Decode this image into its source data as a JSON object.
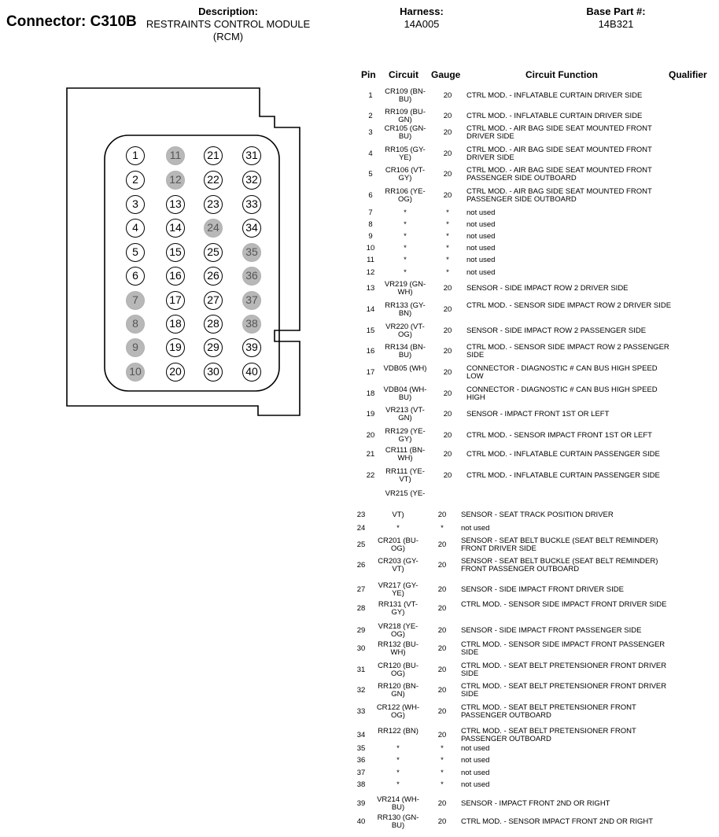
{
  "header": {
    "connector": "Connector: C310B",
    "description_label": "Description:",
    "description_line1": "RESTRAINTS CONTROL MODULE",
    "description_line2": "(RCM)",
    "harness_label": "Harness:",
    "harness_value": "14A005",
    "base_part_label": "Base Part #:",
    "base_part_value": "14B321"
  },
  "table_headers": {
    "pin": "Pin",
    "circuit": "Circuit",
    "gauge": "Gauge",
    "function": "Circuit Function",
    "qualifier": "Qualifier"
  },
  "connector_pins": [
    {
      "n": "1",
      "used": true
    },
    {
      "n": "2",
      "used": true
    },
    {
      "n": "3",
      "used": true
    },
    {
      "n": "4",
      "used": true
    },
    {
      "n": "5",
      "used": true
    },
    {
      "n": "6",
      "used": true
    },
    {
      "n": "7",
      "used": false
    },
    {
      "n": "8",
      "used": false
    },
    {
      "n": "9",
      "used": false
    },
    {
      "n": "10",
      "used": false
    },
    {
      "n": "11",
      "used": false
    },
    {
      "n": "12",
      "used": false
    },
    {
      "n": "13",
      "used": true
    },
    {
      "n": "14",
      "used": true
    },
    {
      "n": "15",
      "used": true
    },
    {
      "n": "16",
      "used": true
    },
    {
      "n": "17",
      "used": true
    },
    {
      "n": "18",
      "used": true
    },
    {
      "n": "19",
      "used": true
    },
    {
      "n": "20",
      "used": true
    },
    {
      "n": "21",
      "used": true
    },
    {
      "n": "22",
      "used": true
    },
    {
      "n": "23",
      "used": true
    },
    {
      "n": "24",
      "used": false
    },
    {
      "n": "25",
      "used": true
    },
    {
      "n": "26",
      "used": true
    },
    {
      "n": "27",
      "used": true
    },
    {
      "n": "28",
      "used": true
    },
    {
      "n": "29",
      "used": true
    },
    {
      "n": "30",
      "used": true
    },
    {
      "n": "31",
      "used": true
    },
    {
      "n": "32",
      "used": true
    },
    {
      "n": "33",
      "used": true
    },
    {
      "n": "34",
      "used": true
    },
    {
      "n": "35",
      "used": false
    },
    {
      "n": "36",
      "used": false
    },
    {
      "n": "37",
      "used": false
    },
    {
      "n": "38",
      "used": false
    },
    {
      "n": "39",
      "used": true
    },
    {
      "n": "40",
      "used": true
    }
  ],
  "pins": [
    {
      "pin": "1",
      "circuit": "CR109 (BN-BU)",
      "gauge": "20",
      "function": "CTRL MOD. - INFLATABLE CURTAIN DRIVER SIDE"
    },
    {
      "pin": "2",
      "circuit": "RR109 (BU-GN)",
      "gauge": "20",
      "function": "CTRL MOD. - INFLATABLE CURTAIN DRIVER SIDE"
    },
    {
      "pin": "3",
      "circuit": "CR105 (GN-BU)",
      "gauge": "20",
      "function": "CTRL MOD. - AIR BAG SIDE SEAT MOUNTED FRONT DRIVER SIDE"
    },
    {
      "pin": "4",
      "circuit": "RR105 (GY-YE)",
      "gauge": "20",
      "function": "CTRL MOD. - AIR BAG SIDE SEAT MOUNTED FRONT DRIVER SIDE"
    },
    {
      "pin": "5",
      "circuit": "CR106 (VT-GY)",
      "gauge": "20",
      "function": "CTRL MOD. - AIR BAG SIDE SEAT MOUNTED FRONT PASSENGER SIDE OUTBOARD"
    },
    {
      "pin": "6",
      "circuit": "RR106 (YE-OG)",
      "gauge": "20",
      "function": "CTRL MOD. - AIR BAG SIDE SEAT MOUNTED FRONT PASSENGER SIDE OUTBOARD"
    },
    {
      "pin": "7",
      "circuit": "*",
      "gauge": "*",
      "function": "not used"
    },
    {
      "pin": "8",
      "circuit": "*",
      "gauge": "*",
      "function": "not used"
    },
    {
      "pin": "9",
      "circuit": "*",
      "gauge": "*",
      "function": "not used"
    },
    {
      "pin": "10",
      "circuit": "*",
      "gauge": "*",
      "function": "not used"
    },
    {
      "pin": "11",
      "circuit": "*",
      "gauge": "*",
      "function": "not used"
    },
    {
      "pin": "12",
      "circuit": "*",
      "gauge": "*",
      "function": "not used"
    },
    {
      "pin": "13",
      "circuit": "VR219 (GN-WH)",
      "gauge": "20",
      "function": "SENSOR - SIDE IMPACT ROW 2 DRIVER SIDE"
    },
    {
      "pin": "14",
      "circuit": "RR133 (GY-BN)",
      "gauge": "20",
      "function": "CTRL MOD. - SENSOR SIDE IMPACT ROW 2 DRIVER SIDE"
    },
    {
      "pin": "15",
      "circuit": "VR220 (VT-OG)",
      "gauge": "20",
      "function": "SENSOR - SIDE IMPACT ROW 2 PASSENGER SIDE"
    },
    {
      "pin": "16",
      "circuit": "RR134 (BN-BU)",
      "gauge": "20",
      "function": "CTRL MOD. - SENSOR SIDE IMPACT ROW 2 PASSENGER SIDE"
    },
    {
      "pin": "17",
      "circuit": "VDB05 (WH)",
      "gauge": "20",
      "function": "CONNECTOR - DIAGNOSTIC # CAN BUS HIGH SPEED LOW"
    },
    {
      "pin": "18",
      "circuit": "VDB04 (WH-BU)",
      "gauge": "20",
      "function": "CONNECTOR - DIAGNOSTIC # CAN BUS HIGH SPEED HIGH"
    },
    {
      "pin": "19",
      "circuit": "VR213 (VT-GN)",
      "gauge": "20",
      "function": "SENSOR - IMPACT FRONT 1ST OR LEFT"
    },
    {
      "pin": "20",
      "circuit": "RR129 (YE-GY)",
      "gauge": "20",
      "function": "CTRL MOD. - SENSOR IMPACT FRONT 1ST OR LEFT"
    },
    {
      "pin": "21",
      "circuit": "CR111 (BN-WH)",
      "gauge": "20",
      "function": "CTRL MOD. - INFLATABLE CURTAIN PASSENGER SIDE"
    },
    {
      "pin": "22",
      "circuit": "RR111 (YE-VT)",
      "gauge": "20",
      "function": "CTRL MOD. - INFLATABLE CURTAIN PASSENGER SIDE"
    },
    {
      "pin": "23",
      "circuit": "VT)",
      "circuit_top": "VR215 (YE-",
      "gauge": "20",
      "function": "SENSOR - SEAT TRACK POSITION DRIVER"
    },
    {
      "pin": "24",
      "circuit": "*",
      "gauge": "*",
      "function": "not used"
    },
    {
      "pin": "25",
      "circuit": "CR201 (BU-OG)",
      "gauge": "20",
      "function": "SENSOR - SEAT BELT BUCKLE (SEAT BELT REMINDER) FRONT DRIVER SIDE"
    },
    {
      "pin": "26",
      "circuit": "CR203 (GY-VT)",
      "gauge": "20",
      "function": "SENSOR - SEAT BELT BUCKLE (SEAT BELT REMINDER) FRONT PASSENGER OUTBOARD"
    },
    {
      "pin": "27",
      "circuit": "VR217 (GY-YE)",
      "gauge": "20",
      "function": "SENSOR - SIDE IMPACT FRONT DRIVER SIDE"
    },
    {
      "pin": "28",
      "circuit": "RR131 (VT-GY)",
      "gauge": "20",
      "function": "CTRL MOD. - SENSOR SIDE IMPACT FRONT DRIVER SIDE"
    },
    {
      "pin": "29",
      "circuit": "VR218 (YE-OG)",
      "gauge": "20",
      "function": "SENSOR - SIDE IMPACT FRONT PASSENGER SIDE"
    },
    {
      "pin": "30",
      "circuit": "RR132 (BU-WH)",
      "gauge": "20",
      "function": "CTRL MOD. - SENSOR SIDE IMPACT FRONT PASSENGER SIDE"
    },
    {
      "pin": "31",
      "circuit": "CR120 (BU-OG)",
      "gauge": "20",
      "function": "CTRL MOD. - SEAT BELT PRETENSIONER FRONT DRIVER SIDE"
    },
    {
      "pin": "32",
      "circuit": "RR120 (BN-GN)",
      "gauge": "20",
      "function": "CTRL MOD. - SEAT BELT PRETENSIONER FRONT DRIVER SIDE"
    },
    {
      "pin": "33",
      "circuit": "CR122 (WH-OG)",
      "gauge": "20",
      "function": "CTRL MOD. - SEAT BELT PRETENSIONER FRONT PASSENGER OUTBOARD"
    },
    {
      "pin": "34",
      "circuit": "RR122 (BN)",
      "gauge": "20",
      "function": "CTRL MOD. - SEAT BELT PRETENSIONER FRONT PASSENGER OUTBOARD"
    },
    {
      "pin": "35",
      "circuit": "*",
      "gauge": "*",
      "function": "not used"
    },
    {
      "pin": "36",
      "circuit": "*",
      "gauge": "*",
      "function": "not used"
    },
    {
      "pin": "37",
      "circuit": "*",
      "gauge": "*",
      "function": "not used"
    },
    {
      "pin": "38",
      "circuit": "*",
      "gauge": "*",
      "function": "not used"
    },
    {
      "pin": "39",
      "circuit": "VR214 (WH-BU)",
      "gauge": "20",
      "function": "SENSOR - IMPACT FRONT 2ND OR RIGHT"
    },
    {
      "pin": "40",
      "circuit": "RR130 (GN-BU)",
      "gauge": "20",
      "function": "CTRL MOD. - SENSOR IMPACT FRONT 2ND OR RIGHT"
    }
  ]
}
